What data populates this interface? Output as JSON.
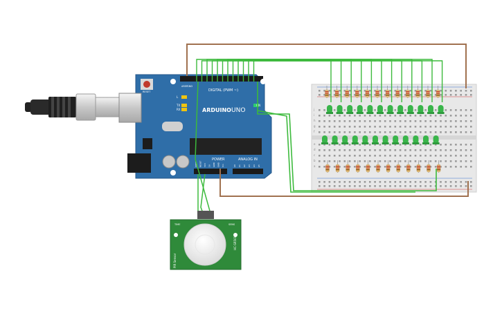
{
  "arduino": {
    "brand": "ARDUINO",
    "model": "UNO",
    "reset_label": "RESET",
    "digital_label": "DIGITAL (PWM ~)",
    "power_label": "POWER",
    "analog_label": "ANALOG IN",
    "on_label": "ON",
    "l_label": "L",
    "tx_label": "TX",
    "rx_label": "RX",
    "aref_label": "AREF",
    "gnd_label": "GND",
    "power_pins": [
      "IOREF",
      "RESET",
      "3V3",
      "5V",
      "GND",
      "GND",
      "Vin"
    ],
    "analog_pins": [
      "A0",
      "A1",
      "A2",
      "A3",
      "A4",
      "A5"
    ]
  },
  "pir_sensor": {
    "left_text": "PIR Sensor",
    "right_text": "HC-SR501",
    "top_left_text": "TIME",
    "top_right_text": "SENS"
  },
  "breadboard": {
    "row_letters_top": [
      "j",
      "i",
      "h",
      "g",
      "f"
    ],
    "row_letters_bottom": [
      "e",
      "d",
      "c",
      "b",
      "a"
    ],
    "led_count_top": 12,
    "led_count_bottom": 12
  },
  "colors": {
    "board": "#2f6ea8",
    "wire_green": "#3cba3c",
    "wire_brown": "#a0714f",
    "led_green": "#39b54a",
    "breadboard": "#e8e8e8",
    "pir": "#2f8a3a"
  }
}
